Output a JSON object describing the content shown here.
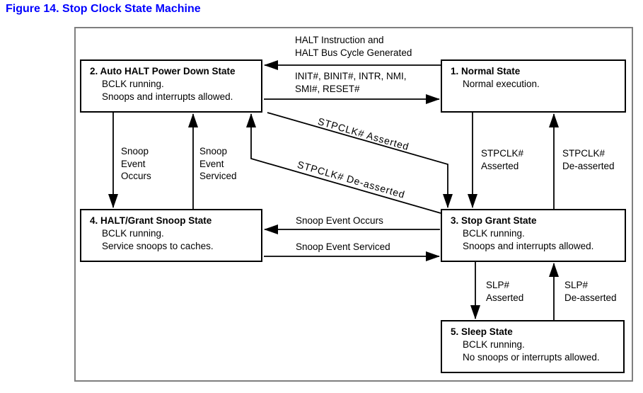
{
  "figure_title": "Figure 14. Stop Clock State Machine",
  "colors": {
    "title_text": "#0000ff",
    "frame_border": "#7f7f7f",
    "box_border": "#000000",
    "text": "#000000",
    "background": "#ffffff"
  },
  "states": [
    {
      "id": "1",
      "title": "1. Normal State",
      "lines": [
        "Normal execution."
      ]
    },
    {
      "id": "2",
      "title": "2. Auto HALT Power Down State",
      "lines": [
        "BCLK running.",
        "Snoops and interrupts allowed."
      ]
    },
    {
      "id": "3",
      "title": "3. Stop Grant State",
      "lines": [
        "BCLK running.",
        "Snoops and interrupts allowed."
      ]
    },
    {
      "id": "4",
      "title": "4. HALT/Grant Snoop State",
      "lines": [
        "BCLK running.",
        "Service snoops to caches."
      ]
    },
    {
      "id": "5",
      "title": "5. Sleep State",
      "lines": [
        "BCLK running.",
        "No snoops or interrupts allowed."
      ]
    }
  ],
  "transitions": [
    {
      "from": "1",
      "to": "2",
      "lines": [
        "HALT Instruction and",
        "HALT Bus Cycle Generated"
      ]
    },
    {
      "from": "2",
      "to": "1",
      "lines": [
        "INIT#, BINIT#, INTR, NMI,",
        "SMI#, RESET#"
      ]
    },
    {
      "from": "2",
      "to": "4",
      "lines": [
        "Snoop",
        "Event",
        "Occurs"
      ]
    },
    {
      "from": "4",
      "to": "2",
      "lines": [
        "Snoop",
        "Event",
        "Serviced"
      ]
    },
    {
      "from": "2",
      "to": "3",
      "lines": [
        "STPCLK# Asserted"
      ]
    },
    {
      "from": "3",
      "to": "2",
      "lines": [
        "STPCLK# De-asserted"
      ]
    },
    {
      "from": "1",
      "to": "3",
      "lines": [
        "STPCLK#",
        "Asserted"
      ]
    },
    {
      "from": "3",
      "to": "1",
      "lines": [
        "STPCLK#",
        "De-asserted"
      ]
    },
    {
      "from": "3",
      "to": "4",
      "lines": [
        "Snoop Event Occurs"
      ]
    },
    {
      "from": "4",
      "to": "3",
      "lines": [
        "Snoop Event Serviced"
      ]
    },
    {
      "from": "3",
      "to": "5",
      "lines": [
        "SLP#",
        "Asserted"
      ]
    },
    {
      "from": "5",
      "to": "3",
      "lines": [
        "SLP#",
        "De-asserted"
      ]
    }
  ]
}
